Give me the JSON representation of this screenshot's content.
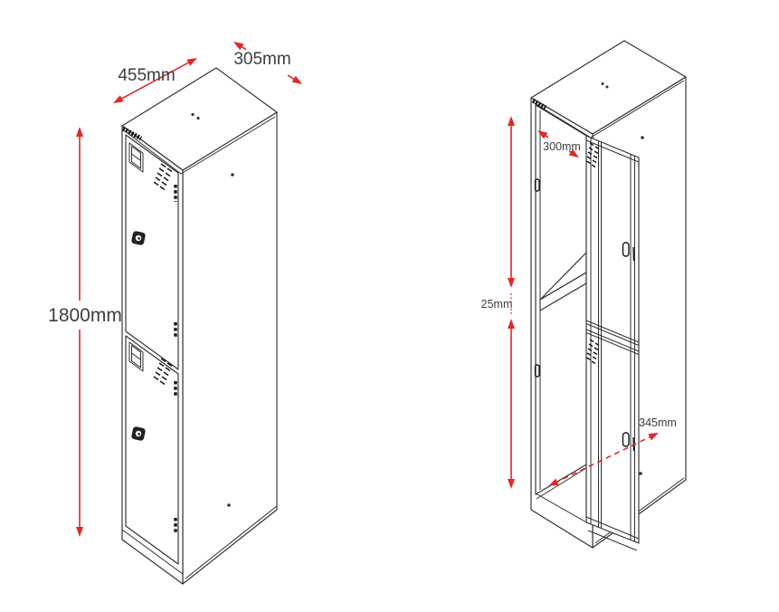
{
  "figure": {
    "kind": "technical-dimension-drawing",
    "subject": "two-tier steel locker, closed and open isometric views",
    "background": "#ffffff",
    "line_color": "#2f2f2f",
    "dimension_color": "#e02828",
    "text_color": "#3d3d3d"
  },
  "closed_view": {
    "name": "closed locker isometric view",
    "width_label": "455mm",
    "depth_label": "305mm",
    "height_label": "1800mm"
  },
  "open_view": {
    "name": "open locker isometric view",
    "opening_width_label": "300mm",
    "shelf_thickness_label": "25mm",
    "interior_depth_label": "345mm"
  }
}
